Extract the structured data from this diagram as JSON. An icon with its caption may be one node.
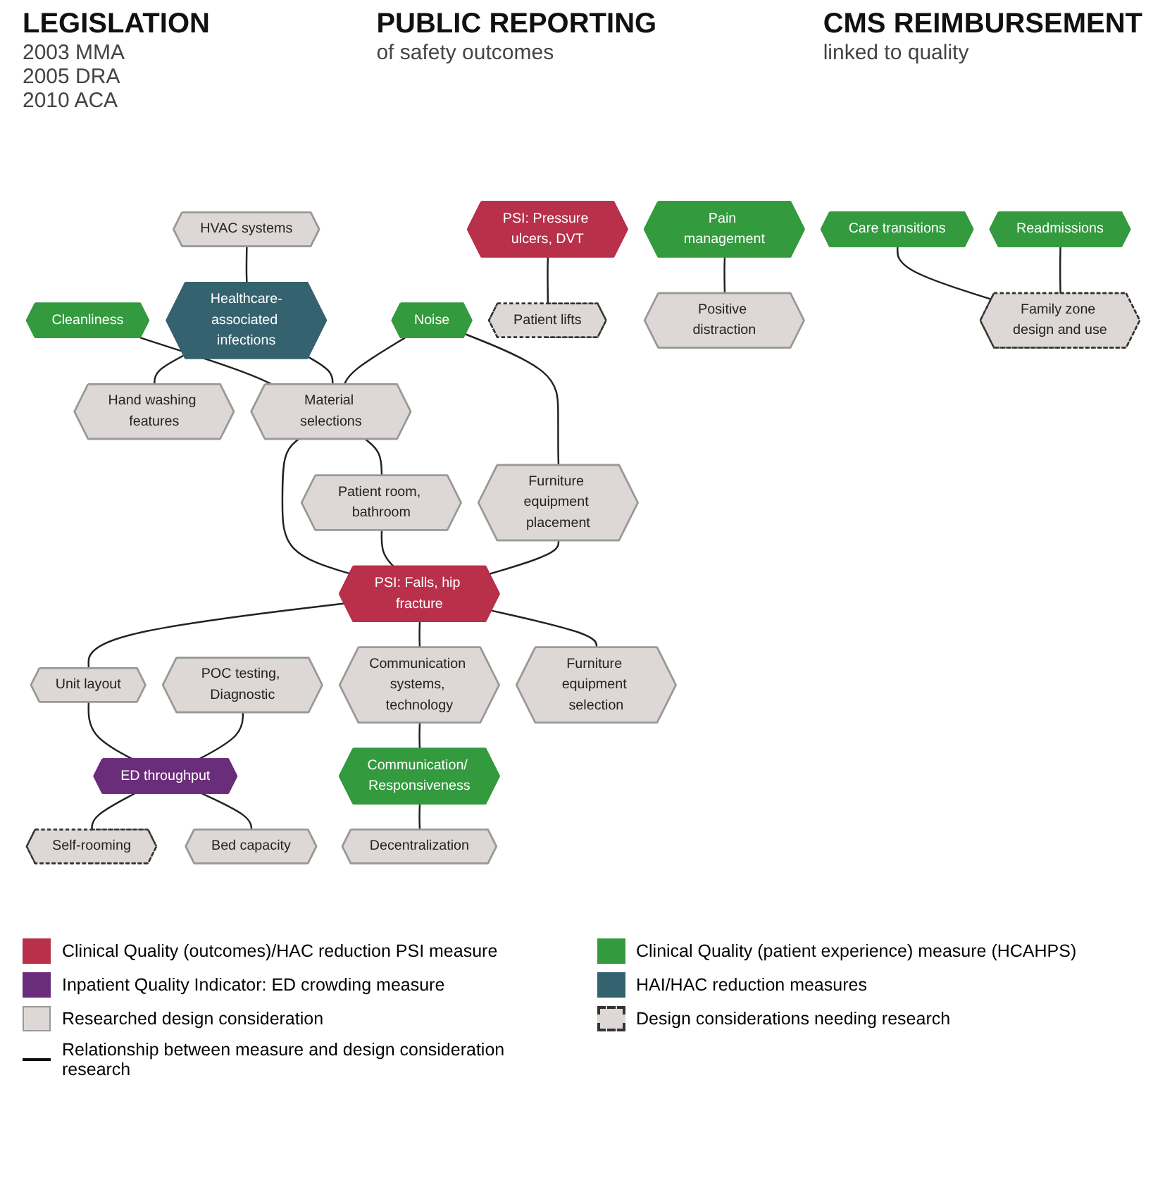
{
  "diagram": {
    "nodes": [
      {
        "text": [
          "HVAC systems"
        ]
      },
      {
        "text": [
          "Cleanliness"
        ]
      },
      {
        "text": [
          "Healthcare-associated infections"
        ]
      },
      {
        "text": [
          "Hand washing features"
        ]
      },
      {
        "text": [
          "Noise"
        ]
      },
      {
        "text": [
          "Material selections"
        ]
      },
      {
        "text": [
          "Patient room, bathroom"
        ]
      },
      {
        "text": [
          "POC testing, Diagnostic"
        ]
      },
      {
        "text": [
          "Furniture equipment placement"
        ]
      },
      {
        "text": [
          "PSI: Falls, hip fracture"
        ]
      },
      {
        "text": [
          "Unit layout"
        ]
      },
      {
        "text": [
          "ED throughput"
        ]
      },
      {
        "text": [
          "Self-rooming"
        ]
      },
      {
        "text": [
          "Communication systems, technology"
        ]
      },
      {
        "text": [
          "Furniture equipment selection"
        ]
      },
      {
        "text": [
          "Bed capacity"
        ]
      },
      {
        "text": [
          "Communication/ Responsiveness"
        ]
      },
      {
        "text": [
          "PSI: Pressure ulcers, DVT"
        ]
      },
      {
        "text": [
          "Pain management"
        ]
      },
      {
        "text": [
          "Care transitions"
        ]
      },
      {
        "text": [
          "Readmissions"
        ]
      },
      {
        "text": [
          "Decentralization"
        ]
      },
      {
        "text": [
          "Patient lifts"
        ]
      },
      {
        "text": [
          "Positive distraction"
        ]
      },
      {
        "text": [
          "Family zone design and use"
        ]
      }
    ],
    "edges": [
      {
        "from": 0,
        "to": 2,
        "arrow": "none"
      },
      {
        "from": 2,
        "to": 3,
        "arrow": "none"
      },
      {
        "from": 1,
        "to": 5,
        "arrow": "none"
      },
      {
        "from": 2,
        "to": 5,
        "arrow": "none"
      },
      {
        "from": 4,
        "to": 5,
        "arrow": "none"
      },
      {
        "from": 5,
        "to": 6,
        "arrow": "none"
      },
      {
        "from": 4,
        "to": 8,
        "arrow": "none"
      },
      {
        "from": 5,
        "to": 9,
        "arrow": "none"
      },
      {
        "from": 6,
        "to": 9,
        "arrow": "none"
      },
      {
        "from": 8,
        "to": 9,
        "arrow": "none"
      },
      {
        "from": 9,
        "to": 10,
        "arrow": "none"
      },
      {
        "from": 10,
        "to": 11,
        "arrow": "none"
      },
      {
        "from": 7,
        "to": 11,
        "arrow": "none"
      },
      {
        "from": 11,
        "to": 12,
        "arrow": "none"
      },
      {
        "from": 11,
        "to": 15,
        "arrow": "none"
      },
      {
        "from": 9,
        "to": 13,
        "arrow": "none"
      },
      {
        "from": 9,
        "to": 14,
        "arrow": "none"
      },
      {
        "from": 13,
        "to": 16,
        "arrow": "none"
      },
      {
        "from": 16,
        "to": 21,
        "arrow": "none"
      },
      {
        "from": 17,
        "to": 22,
        "arrow": "none"
      },
      {
        "from": 18,
        "to": 23,
        "arrow": "none"
      },
      {
        "from": 19,
        "to": 24,
        "arrow": "none"
      },
      {
        "from": 20,
        "to": 24,
        "arrow": "none"
      }
    ],
    "labels": [
      "LEGISLATION",
      "2003 MMA",
      "2005 DRA",
      "2010 ACA",
      "PUBLIC REPORTING",
      "of safety outcomes",
      "CMS REIMBURSEMENT",
      "linked to quality"
    ],
    "legend": [
      {
        "text": "Clinical Quality (outcomes)/HAC reduction PSI measure",
        "color": "#b8304a"
      },
      {
        "text": "Clinical Quality (patient experience) measure (HCAHPS)",
        "color": "#339a3e"
      },
      {
        "text": "Inpatient Quality Indicator: ED crowding measure",
        "color": "#6a2d7a"
      },
      {
        "text": "HAI/HAC reduction measures",
        "color": "#35626f"
      },
      {
        "text": "Researched design consideration"
      },
      {
        "text": "Design considerations needing research"
      },
      {
        "text": "Relationship between measure and design consideration research"
      }
    ]
  }
}
